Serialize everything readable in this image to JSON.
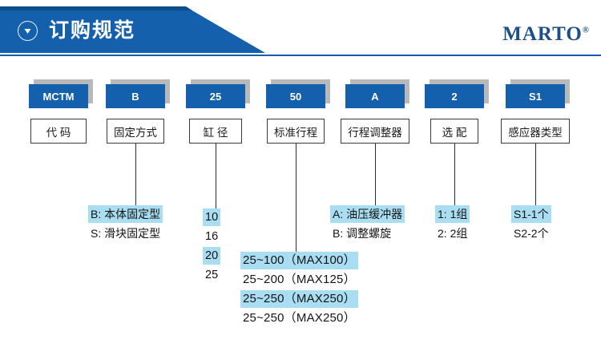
{
  "header": {
    "title": "订购规范",
    "caret_icon": "caret-down-icon",
    "brand": "MARTO",
    "brand_mark": "®",
    "banner_color": "#1560ac"
  },
  "columns": [
    {
      "code": "MCTM",
      "label": "代 码",
      "has_connector": false,
      "options": []
    },
    {
      "code": "B",
      "label": "固定方式",
      "has_connector": true,
      "options": [
        {
          "text": "B: 本体固定型",
          "highlight": true
        },
        {
          "text": "S: 滑块固定型",
          "highlight": false
        }
      ]
    },
    {
      "code": "25",
      "label": "缸 径",
      "has_connector": true,
      "options": [
        {
          "text": "10",
          "highlight": true
        },
        {
          "text": "16",
          "highlight": false
        },
        {
          "text": "20",
          "highlight": true
        },
        {
          "text": "25",
          "highlight": false
        }
      ]
    },
    {
      "code": "50",
      "label": "标准行程",
      "has_connector": true,
      "options": [
        {
          "text": "25~100（MAX100）",
          "highlight": true
        },
        {
          "text": "25~200（MAX125）",
          "highlight": false
        },
        {
          "text": "25~250（MAX250）",
          "highlight": true
        },
        {
          "text": "25~250（MAX250）",
          "highlight": false
        }
      ]
    },
    {
      "code": "A",
      "label": "行程调整器",
      "has_connector": true,
      "options": [
        {
          "text": "A: 油压缓冲器",
          "highlight": true
        },
        {
          "text": "B: 调整螺旋",
          "highlight": false
        }
      ]
    },
    {
      "code": "2",
      "label": "选 配",
      "has_connector": true,
      "options": [
        {
          "text": "1: 1组",
          "highlight": true
        },
        {
          "text": "2: 2组",
          "highlight": false
        }
      ]
    },
    {
      "code": "S1",
      "label": "感应器类型",
      "has_connector": true,
      "options": [
        {
          "text": "S1-1个",
          "highlight": true
        },
        {
          "text": "S2-2个",
          "highlight": false
        }
      ]
    }
  ],
  "colors": {
    "accent_blue": "#1560ac",
    "highlight_blue": "#a9ddf2",
    "shadow_gray": "#b9b9b9",
    "brand_blue": "#1c4f87"
  }
}
